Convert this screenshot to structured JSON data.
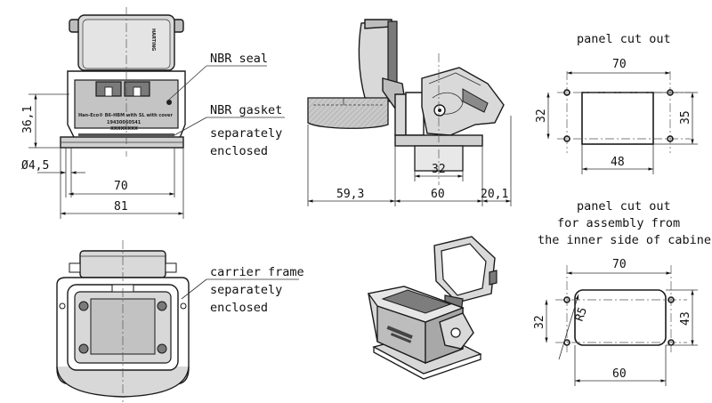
{
  "labels": {
    "nbr_seal": "NBR seal",
    "nbr_gasket": "NBR gasket",
    "separately_1": "separately",
    "enclosed_1": "enclosed",
    "carrier_frame": "carrier frame",
    "separately_2": "separately",
    "enclosed_2": "enclosed",
    "panel_cutout_1": "panel cut out",
    "panel_cutout_2_line1": "panel cut out",
    "panel_cutout_2_line2": "for assembly from",
    "panel_cutout_2_line3": "the inner side of cabinet"
  },
  "front_view": {
    "height": "36,1",
    "hole_diameter": "Ø4,5",
    "hole_spacing": "70",
    "overall_width": "81",
    "housing_text_1": "Han-Eco® B6-HBM with SL with cover",
    "housing_text_2": "19430060541",
    "housing_text_3": "XXXXXXXX",
    "lid_brand": "HARTING"
  },
  "side_view": {
    "lid_open_depth": "59,3",
    "base_width": "60",
    "lever_depth": "20,1",
    "inner_width": "32"
  },
  "cutout_1": {
    "width": "70",
    "height": "32",
    "height_right": "35",
    "inner_width": "48"
  },
  "cutout_2": {
    "width": "70",
    "height": "32",
    "height_right": "43",
    "radius": "R5",
    "bottom_width": "60"
  }
}
